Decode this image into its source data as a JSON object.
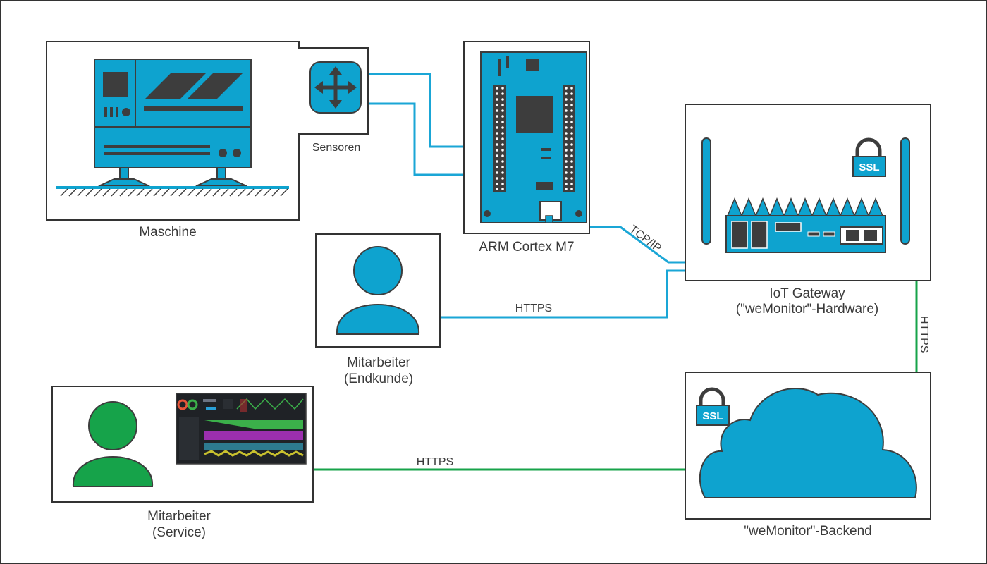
{
  "labels": {
    "machine": "Maschine",
    "sensors": "Sensoren",
    "arm": "ARM Cortex M7",
    "gateway_line1": "IoT Gateway",
    "gateway_line2": "(\"weMonitor\"-Hardware)",
    "employee_customer_line1": "Mitarbeiter",
    "employee_customer_line2": "(Endkunde)",
    "employee_service_line1": "Mitarbeiter",
    "employee_service_line2": "(Service)",
    "backend": "\"weMonitor\"-Backend"
  },
  "connections": {
    "tcpip": "TCP/IP",
    "https_customer": "HTTPS",
    "https_gateway_backend": "HTTPS",
    "https_service": "HTTPS"
  },
  "badges": {
    "gateway_ssl": "SSL",
    "backend_ssl": "SSL"
  },
  "icons": {
    "machine": "industrial-machine-icon",
    "sensor": "move-arrows-icon",
    "board": "microcontroller-board-icon",
    "gateway": "router-icon",
    "lock": "padlock-icon",
    "cloud": "cloud-icon",
    "person": "person-icon",
    "dashboard": "dashboard-screenshot-icon"
  },
  "colors": {
    "device_blue": "#0ea3cf",
    "dark_gray": "#3d3d3d",
    "connection_blue": "#1aa6d6",
    "connection_green": "#17a34a",
    "person_customer": "#0ea3cf",
    "person_service": "#16a34a"
  }
}
